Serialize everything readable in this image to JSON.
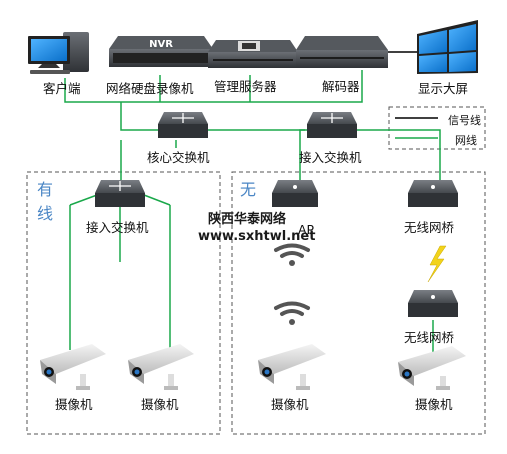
{
  "devices": {
    "client": "客户端",
    "nvr": "网络硬盘录像机",
    "nvr_badge": "NVR",
    "mgmt_server": "管理服务器",
    "decoder": "解码器",
    "display_wall": "显示大屏",
    "core_switch": "核心交换机",
    "access_switch_top": "接入交换机",
    "access_switch_wired": "接入交换机",
    "wireless_ap": "AP",
    "bridge_top": "无线网桥",
    "bridge_bottom": "无线网桥",
    "camera_1": "摄像机",
    "camera_2": "摄像机",
    "camera_3": "摄像机",
    "camera_4": "摄像机"
  },
  "sections": {
    "wired_a": "有",
    "wired_b": "线",
    "wireless_a": "无"
  },
  "legend": {
    "signal_line": "信号线",
    "network_line": "网线"
  },
  "watermark": {
    "line1": "陕西华泰网络",
    "line2": "www.sxhtwl.net"
  },
  "colors": {
    "network_line": "#1aa84a",
    "signal_line": "#000000",
    "section_title": "#4a86c5",
    "device_dark": "#3a3d42",
    "switch_body": "#4a4e54"
  }
}
